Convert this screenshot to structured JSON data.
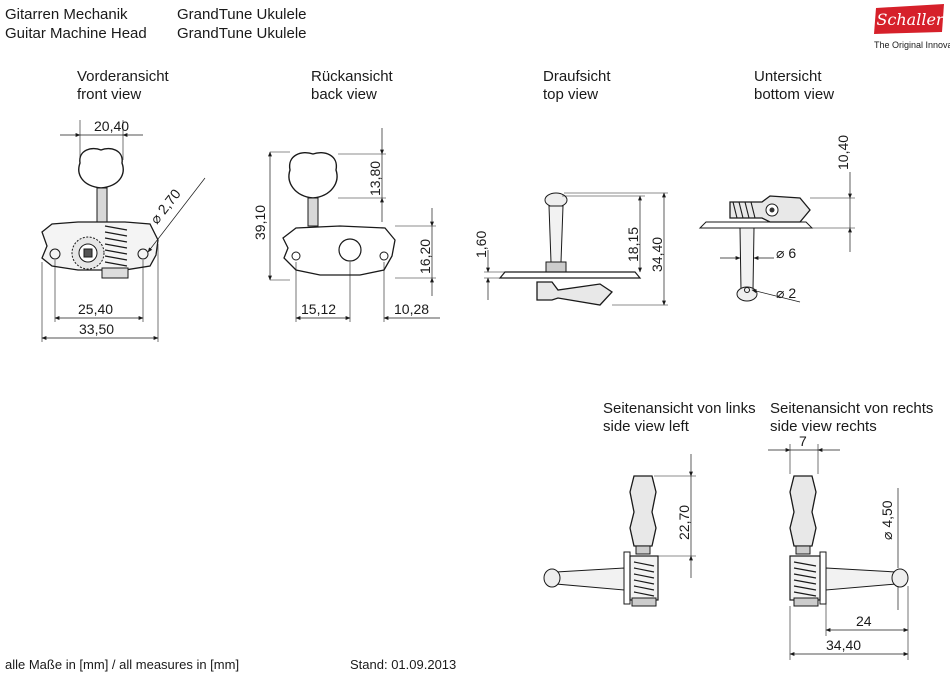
{
  "header": {
    "left_line1": "Gitarren Mechanik",
    "left_line2": "Guitar Machine Head",
    "model_line1": "GrandTune Ukulele",
    "model_line2": "GrandTune Ukulele"
  },
  "brand": {
    "logo_text": "Schaller",
    "tagline": "The Original Innovators",
    "color": "#d6202a"
  },
  "views": {
    "front": {
      "title_de": "Vorderansicht",
      "title_en": "front view"
    },
    "back": {
      "title_de": "Rückansicht",
      "title_en": "back view"
    },
    "top": {
      "title_de": "Draufsicht",
      "title_en": "top view"
    },
    "bottom": {
      "title_de": "Untersicht",
      "title_en": "bottom view"
    },
    "side_left": {
      "title_de": "Seitenansicht von links",
      "title_en": "side view left"
    },
    "side_right": {
      "title_de": "Seitenansicht von rechts",
      "title_en": "side view rechts"
    }
  },
  "dimensions": {
    "front_button_width": "20,40",
    "front_hole_dia": "⌀ 2,70",
    "front_hole_spacing": "25,40",
    "front_plate_length": "33,50",
    "back_total_height": "39,10",
    "back_button_height": "13,80",
    "back_plate_height": "16,20",
    "back_left_offset": "15,12",
    "back_right_offset": "10,28",
    "top_plate_thickness": "1,60",
    "top_post_height": "18,15",
    "top_total_height": "34,40",
    "bottom_height": "10,40",
    "bottom_post_dia": "⌀ 6",
    "bottom_hole_dia": "⌀ 2",
    "sl_height": "22,70",
    "sr_width": "7",
    "sr_dia": "⌀ 4,50",
    "sr_post_length": "24",
    "sr_total_length": "34,40"
  },
  "footer": {
    "units": "alle Maße in [mm] / all measures in [mm]",
    "date": "Stand: 01.09.2013"
  }
}
